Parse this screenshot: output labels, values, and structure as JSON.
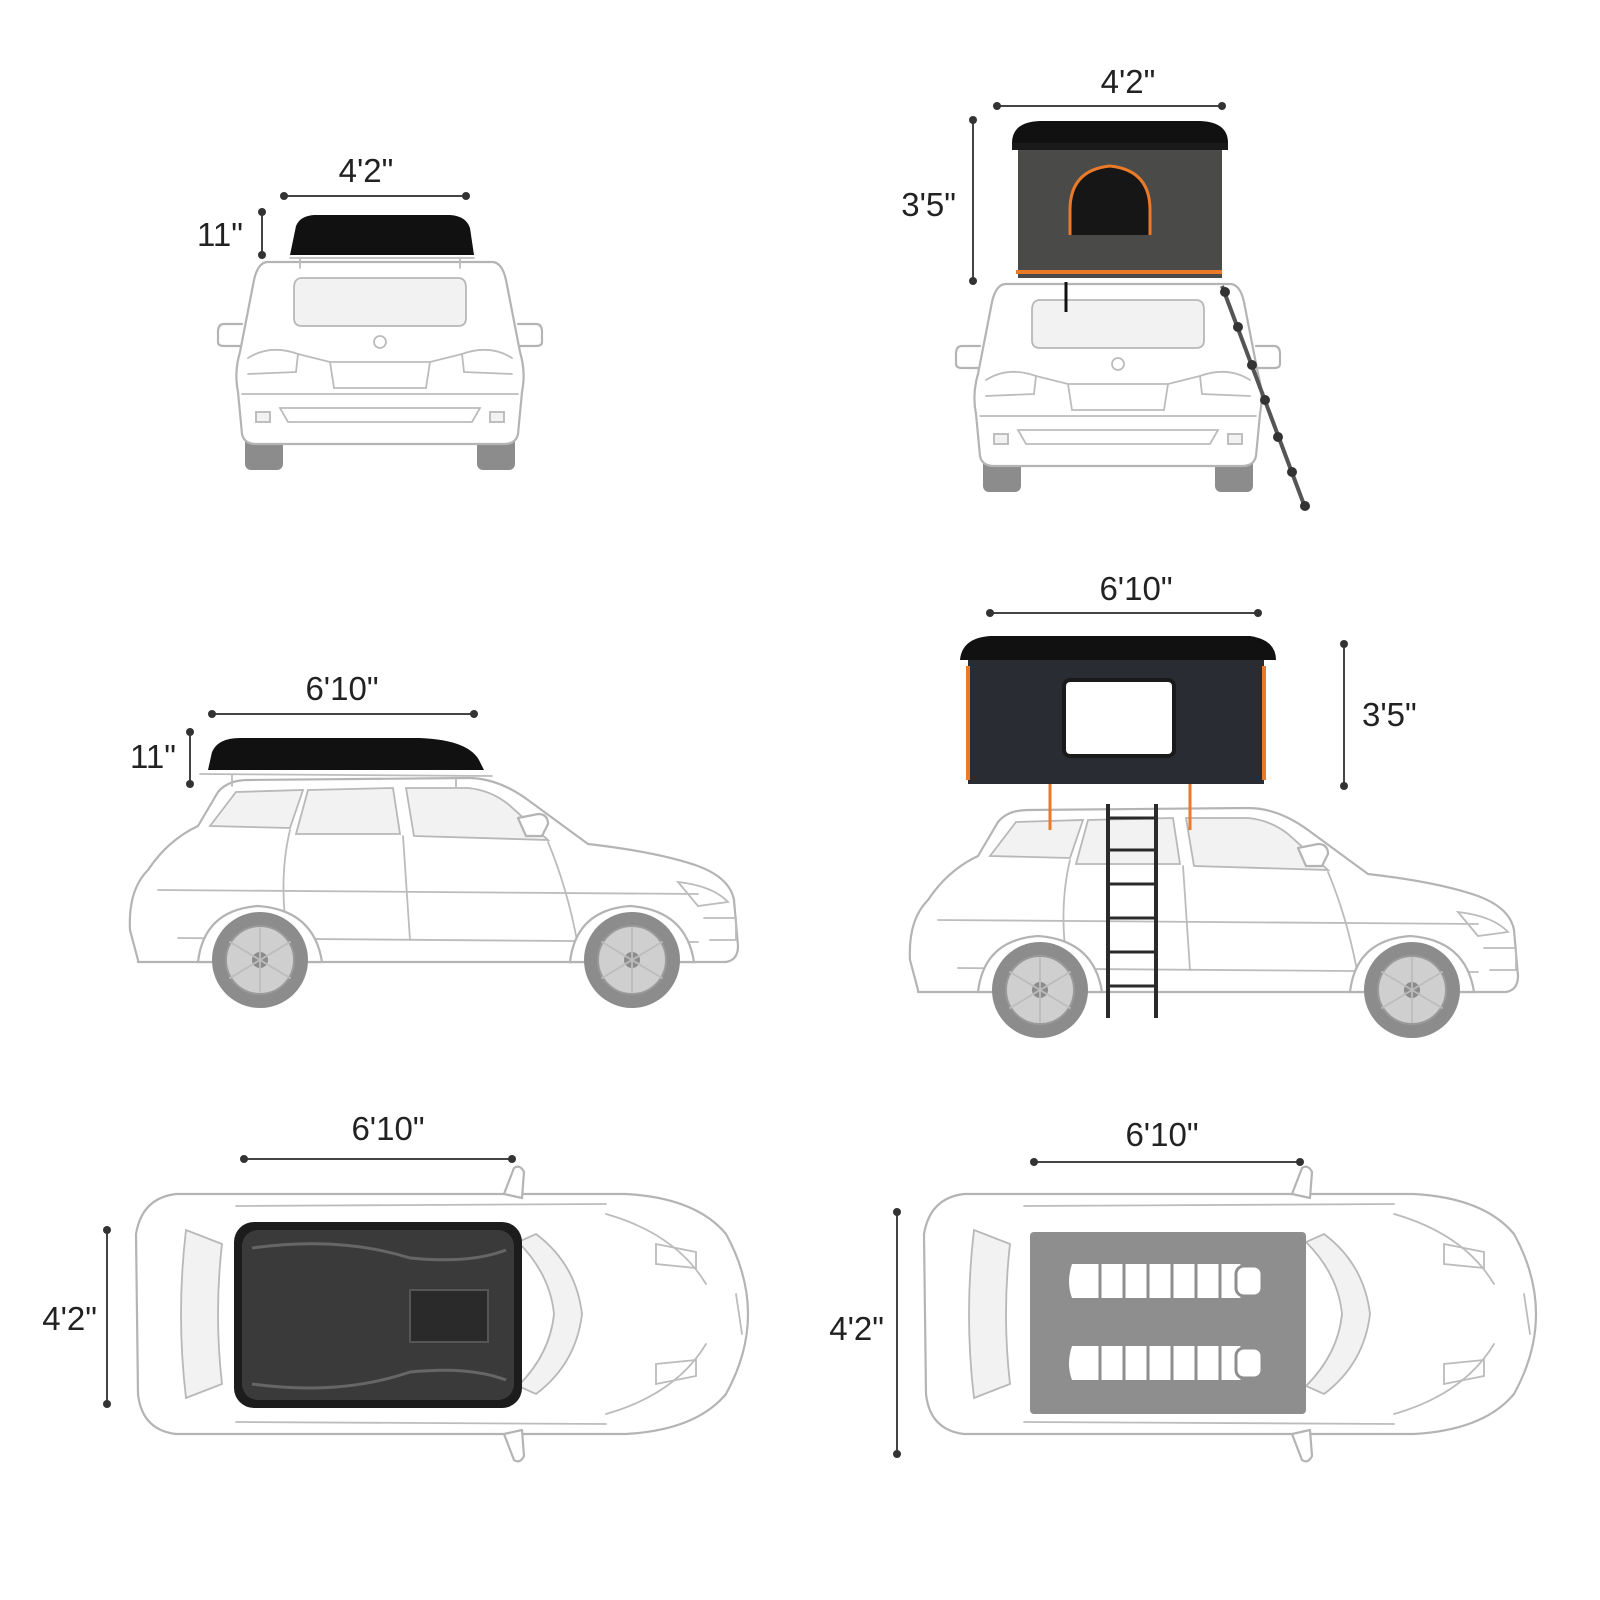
{
  "colors": {
    "tent_shell": "#111111",
    "tent_fabric_gray": "#4a4a48",
    "tent_fabric_dark": "#2a2c33",
    "tent_trim": "#e87a2a",
    "tent_floor": "#8e8e8e",
    "car_outline": "#b4b4b4",
    "dimension_line": "#444444"
  },
  "panels": {
    "closed_rear": {
      "width": "4'2\"",
      "height": "11\""
    },
    "open_rear": {
      "width": "4'2\"",
      "height": "3'5\""
    },
    "closed_side": {
      "length": "6'10\"",
      "height": "11\""
    },
    "open_side": {
      "length": "6'10\"",
      "height": "3'5\""
    },
    "closed_top": {
      "length": "6'10\"",
      "width": "4'2\""
    },
    "open_top": {
      "length": "6'10\"",
      "width": "4'2\""
    }
  }
}
